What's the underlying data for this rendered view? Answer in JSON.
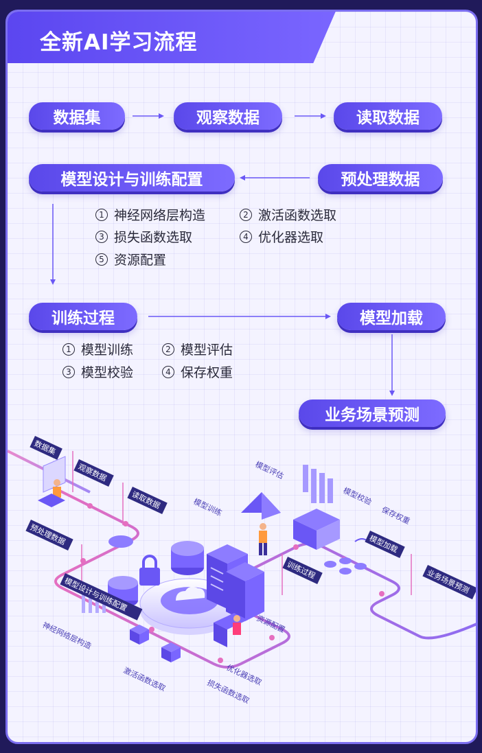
{
  "header": {
    "title": "全新AI学习流程"
  },
  "steps": {
    "dataset": "数据集",
    "observe": "观察数据",
    "read": "读取数据",
    "preprocess": "预处理数据",
    "model_design": "模型设计与训练配置",
    "training": "训练过程",
    "load": "模型加载",
    "predict": "业务场景预测"
  },
  "design_items": [
    {
      "num": "1",
      "label": "神经网络层构造"
    },
    {
      "num": "2",
      "label": "激活函数选取"
    },
    {
      "num": "3",
      "label": "损失函数选取"
    },
    {
      "num": "4",
      "label": "优化器选取"
    },
    {
      "num": "5",
      "label": "资源配置"
    }
  ],
  "training_items": [
    {
      "num": "1",
      "label": "模型训练"
    },
    {
      "num": "2",
      "label": "模型评估"
    },
    {
      "num": "3",
      "label": "模型校验"
    },
    {
      "num": "4",
      "label": "保存权重"
    }
  ],
  "illustration_tags": {
    "dataset": "数据集",
    "observe": "观察数据",
    "read": "读取数据",
    "preprocess": "预处理数据",
    "model_design": "模型设计与训练配置",
    "layers": "神经网络层构造",
    "activation": "激活函数选取",
    "loss": "损失函数选取",
    "optimizer": "优化器选取",
    "resource": "资源配置",
    "training": "训练过程",
    "model_train": "模型训练",
    "model_eval": "模型评估",
    "model_verify": "模型校验",
    "save_weights": "保存权重",
    "load": "模型加载",
    "predict": "业务场景预测"
  },
  "colors": {
    "accent": "#6a57f5",
    "accent_dark": "#3f2fc0",
    "path": "#7b6ef0",
    "pink": "#e56fc0"
  }
}
